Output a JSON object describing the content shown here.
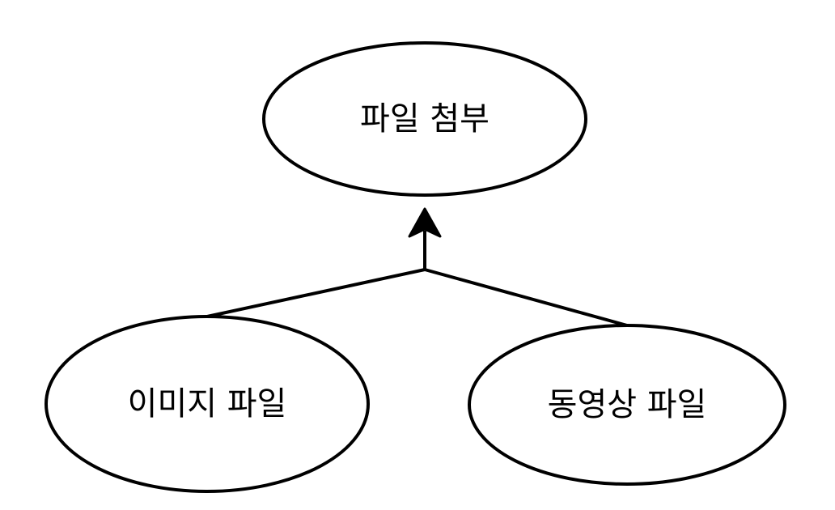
{
  "diagram": {
    "type": "generalization",
    "nodes": [
      {
        "id": "parent",
        "label": "파일 첨부"
      },
      {
        "id": "child-image",
        "label": "이미지 파일"
      },
      {
        "id": "child-video",
        "label": "동영상 파일"
      }
    ],
    "edges": [
      {
        "from": "child-image",
        "to": "parent",
        "arrow": "filled-triangle"
      },
      {
        "from": "child-video",
        "to": "parent",
        "arrow": "filled-triangle"
      }
    ],
    "colors": {
      "stroke": "#000000",
      "fill": "#ffffff",
      "text": "#000000"
    }
  }
}
